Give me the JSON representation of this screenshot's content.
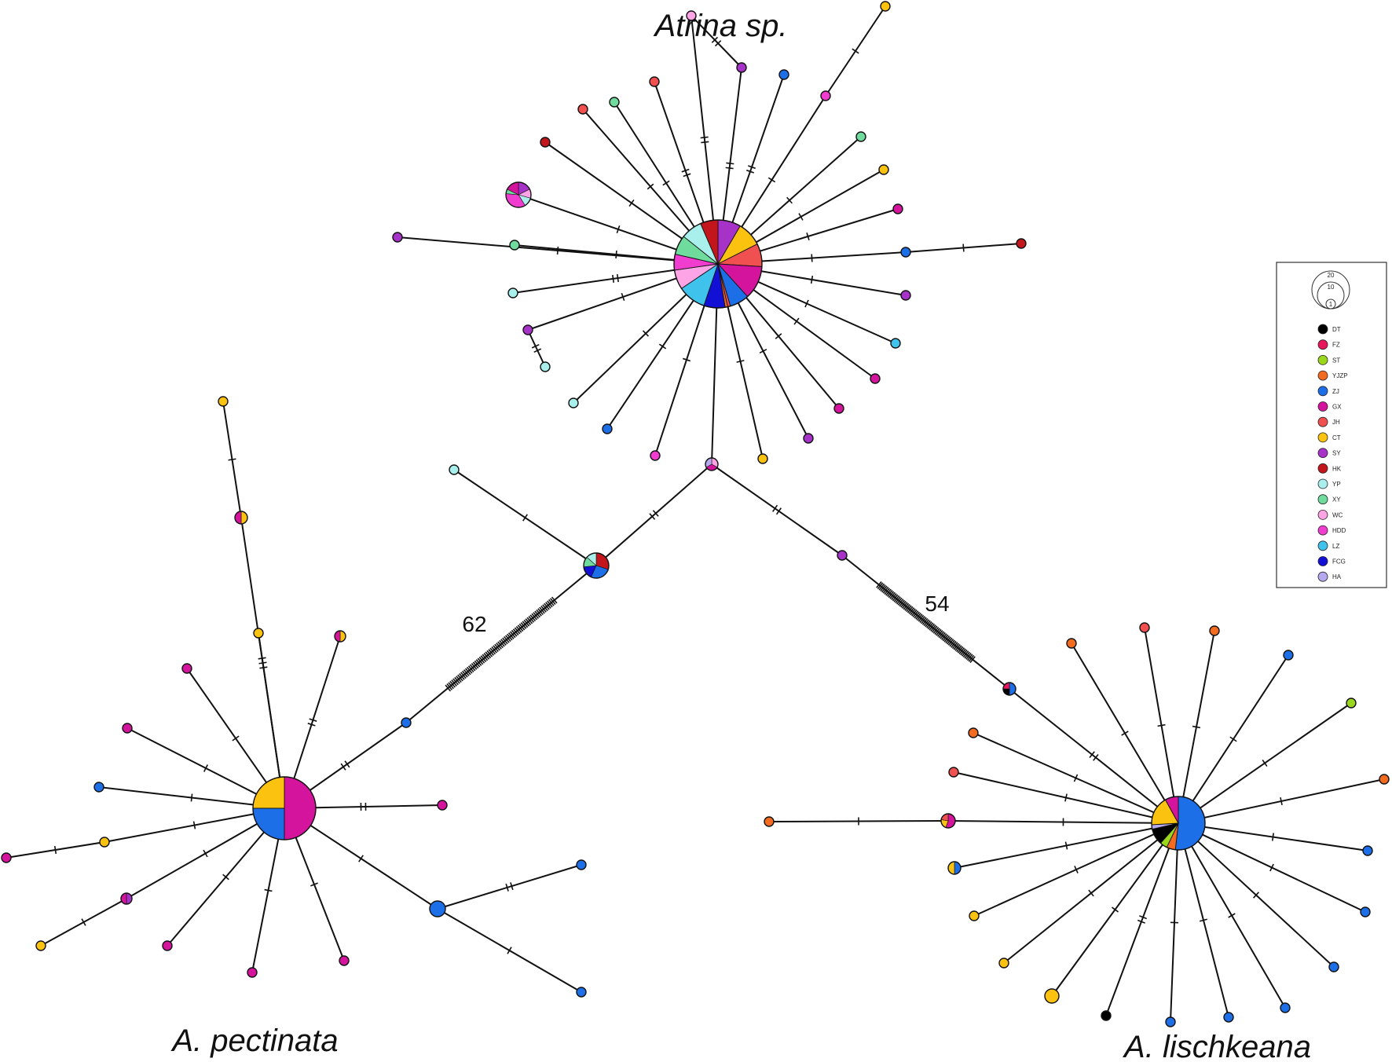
{
  "groups": [
    {
      "id": "atrina",
      "title": "Atrina sp."
    },
    {
      "id": "pectinata",
      "title": "A. pectinata"
    },
    {
      "id": "lischkeana",
      "title": "A. lischkeana"
    }
  ],
  "links": [
    {
      "id": "pectinata-link",
      "label": "62"
    },
    {
      "id": "lischkeana-link",
      "label": "54"
    }
  ],
  "legend": {
    "scale": [
      "20",
      "10",
      "1"
    ],
    "populations": [
      {
        "code": "DT",
        "color": "#000000"
      },
      {
        "code": "FZ",
        "color": "#e8175d"
      },
      {
        "code": "ST",
        "color": "#9bd81c"
      },
      {
        "code": "YJZP",
        "color": "#f26b1f"
      },
      {
        "code": "ZJ",
        "color": "#1d6fe8"
      },
      {
        "code": "GX",
        "color": "#d4149c"
      },
      {
        "code": "JH",
        "color": "#f0504f"
      },
      {
        "code": "CT",
        "color": "#fbc30f"
      },
      {
        "code": "SY",
        "color": "#a732c8"
      },
      {
        "code": "HK",
        "color": "#c3161c"
      },
      {
        "code": "YP",
        "color": "#a9f0ec"
      },
      {
        "code": "XY",
        "color": "#6fdc9e"
      },
      {
        "code": "WC",
        "color": "#fca4e6"
      },
      {
        "code": "HDD",
        "color": "#f03ccf"
      },
      {
        "code": "LZ",
        "color": "#3fc3ec"
      },
      {
        "code": "FCG",
        "color": "#1310d6"
      },
      {
        "code": "HA",
        "color": "#b6a9ef"
      }
    ]
  }
}
